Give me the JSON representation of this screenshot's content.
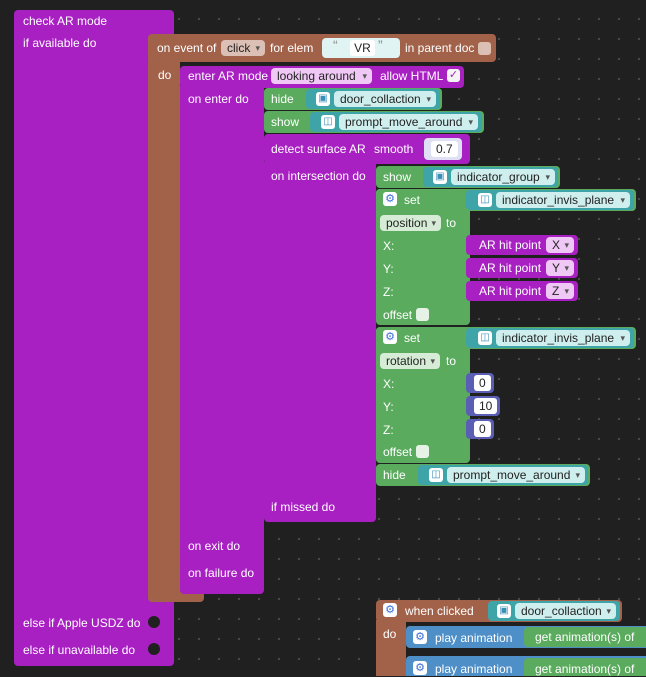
{
  "check_ar": {
    "title": "check AR mode",
    "if_available": "if available do",
    "else_apple": "else if Apple USDZ do",
    "else_unavailable": "else if unavailable do"
  },
  "event": {
    "prefix": "on event of",
    "event_value": "click",
    "for_elem": "for elem",
    "elem_value": "VR",
    "in_parent": "in parent doc",
    "do": "do"
  },
  "enter_ar": {
    "title": "enter AR mode",
    "mode_value": "looking around",
    "allow_html": "allow HTML",
    "allow_html_checked": "✓",
    "on_enter": "on enter do",
    "on_exit": "on exit do",
    "on_failure": "on failure do"
  },
  "hide1": {
    "label": "hide",
    "target": "door_collaction"
  },
  "show1": {
    "label": "show",
    "target": "prompt_move_around"
  },
  "detect": {
    "title": "detect surface AR",
    "smooth": "smooth",
    "smooth_value": "0.7",
    "on_intersection": "on intersection do",
    "if_missed": "if missed do"
  },
  "show2": {
    "label": "show",
    "target": "indicator_group"
  },
  "set_position": {
    "label": "set",
    "target": "indicator_invis_plane",
    "property": "position",
    "to": "to",
    "x": "X:",
    "y": "Y:",
    "z": "Z:",
    "offset": "offset",
    "hit_label": "AR hit point",
    "hit_x": "X",
    "hit_y": "Y",
    "hit_z": "Z"
  },
  "set_rotation": {
    "label": "set",
    "target": "indicator_invis_plane",
    "property": "rotation",
    "to": "to",
    "x": "X:",
    "y": "Y:",
    "z": "Z:",
    "offset": "offset",
    "x_value": "0",
    "y_value": "10",
    "z_value": "0"
  },
  "hide2": {
    "label": "hide",
    "target": "prompt_move_around"
  },
  "when_clicked": {
    "title": "when clicked",
    "target": "door_collaction",
    "do": "do",
    "play1": "play animation",
    "get1": "get animation(s) of",
    "play2": "play animation",
    "get2": "get animation(s) of"
  },
  "colors": {
    "purple": "#a81fc2",
    "brown": "#a2624a",
    "green": "#5aab5e",
    "teal": "#3ea4a8",
    "indigo": "#5a5fb5",
    "background": "#202020"
  }
}
